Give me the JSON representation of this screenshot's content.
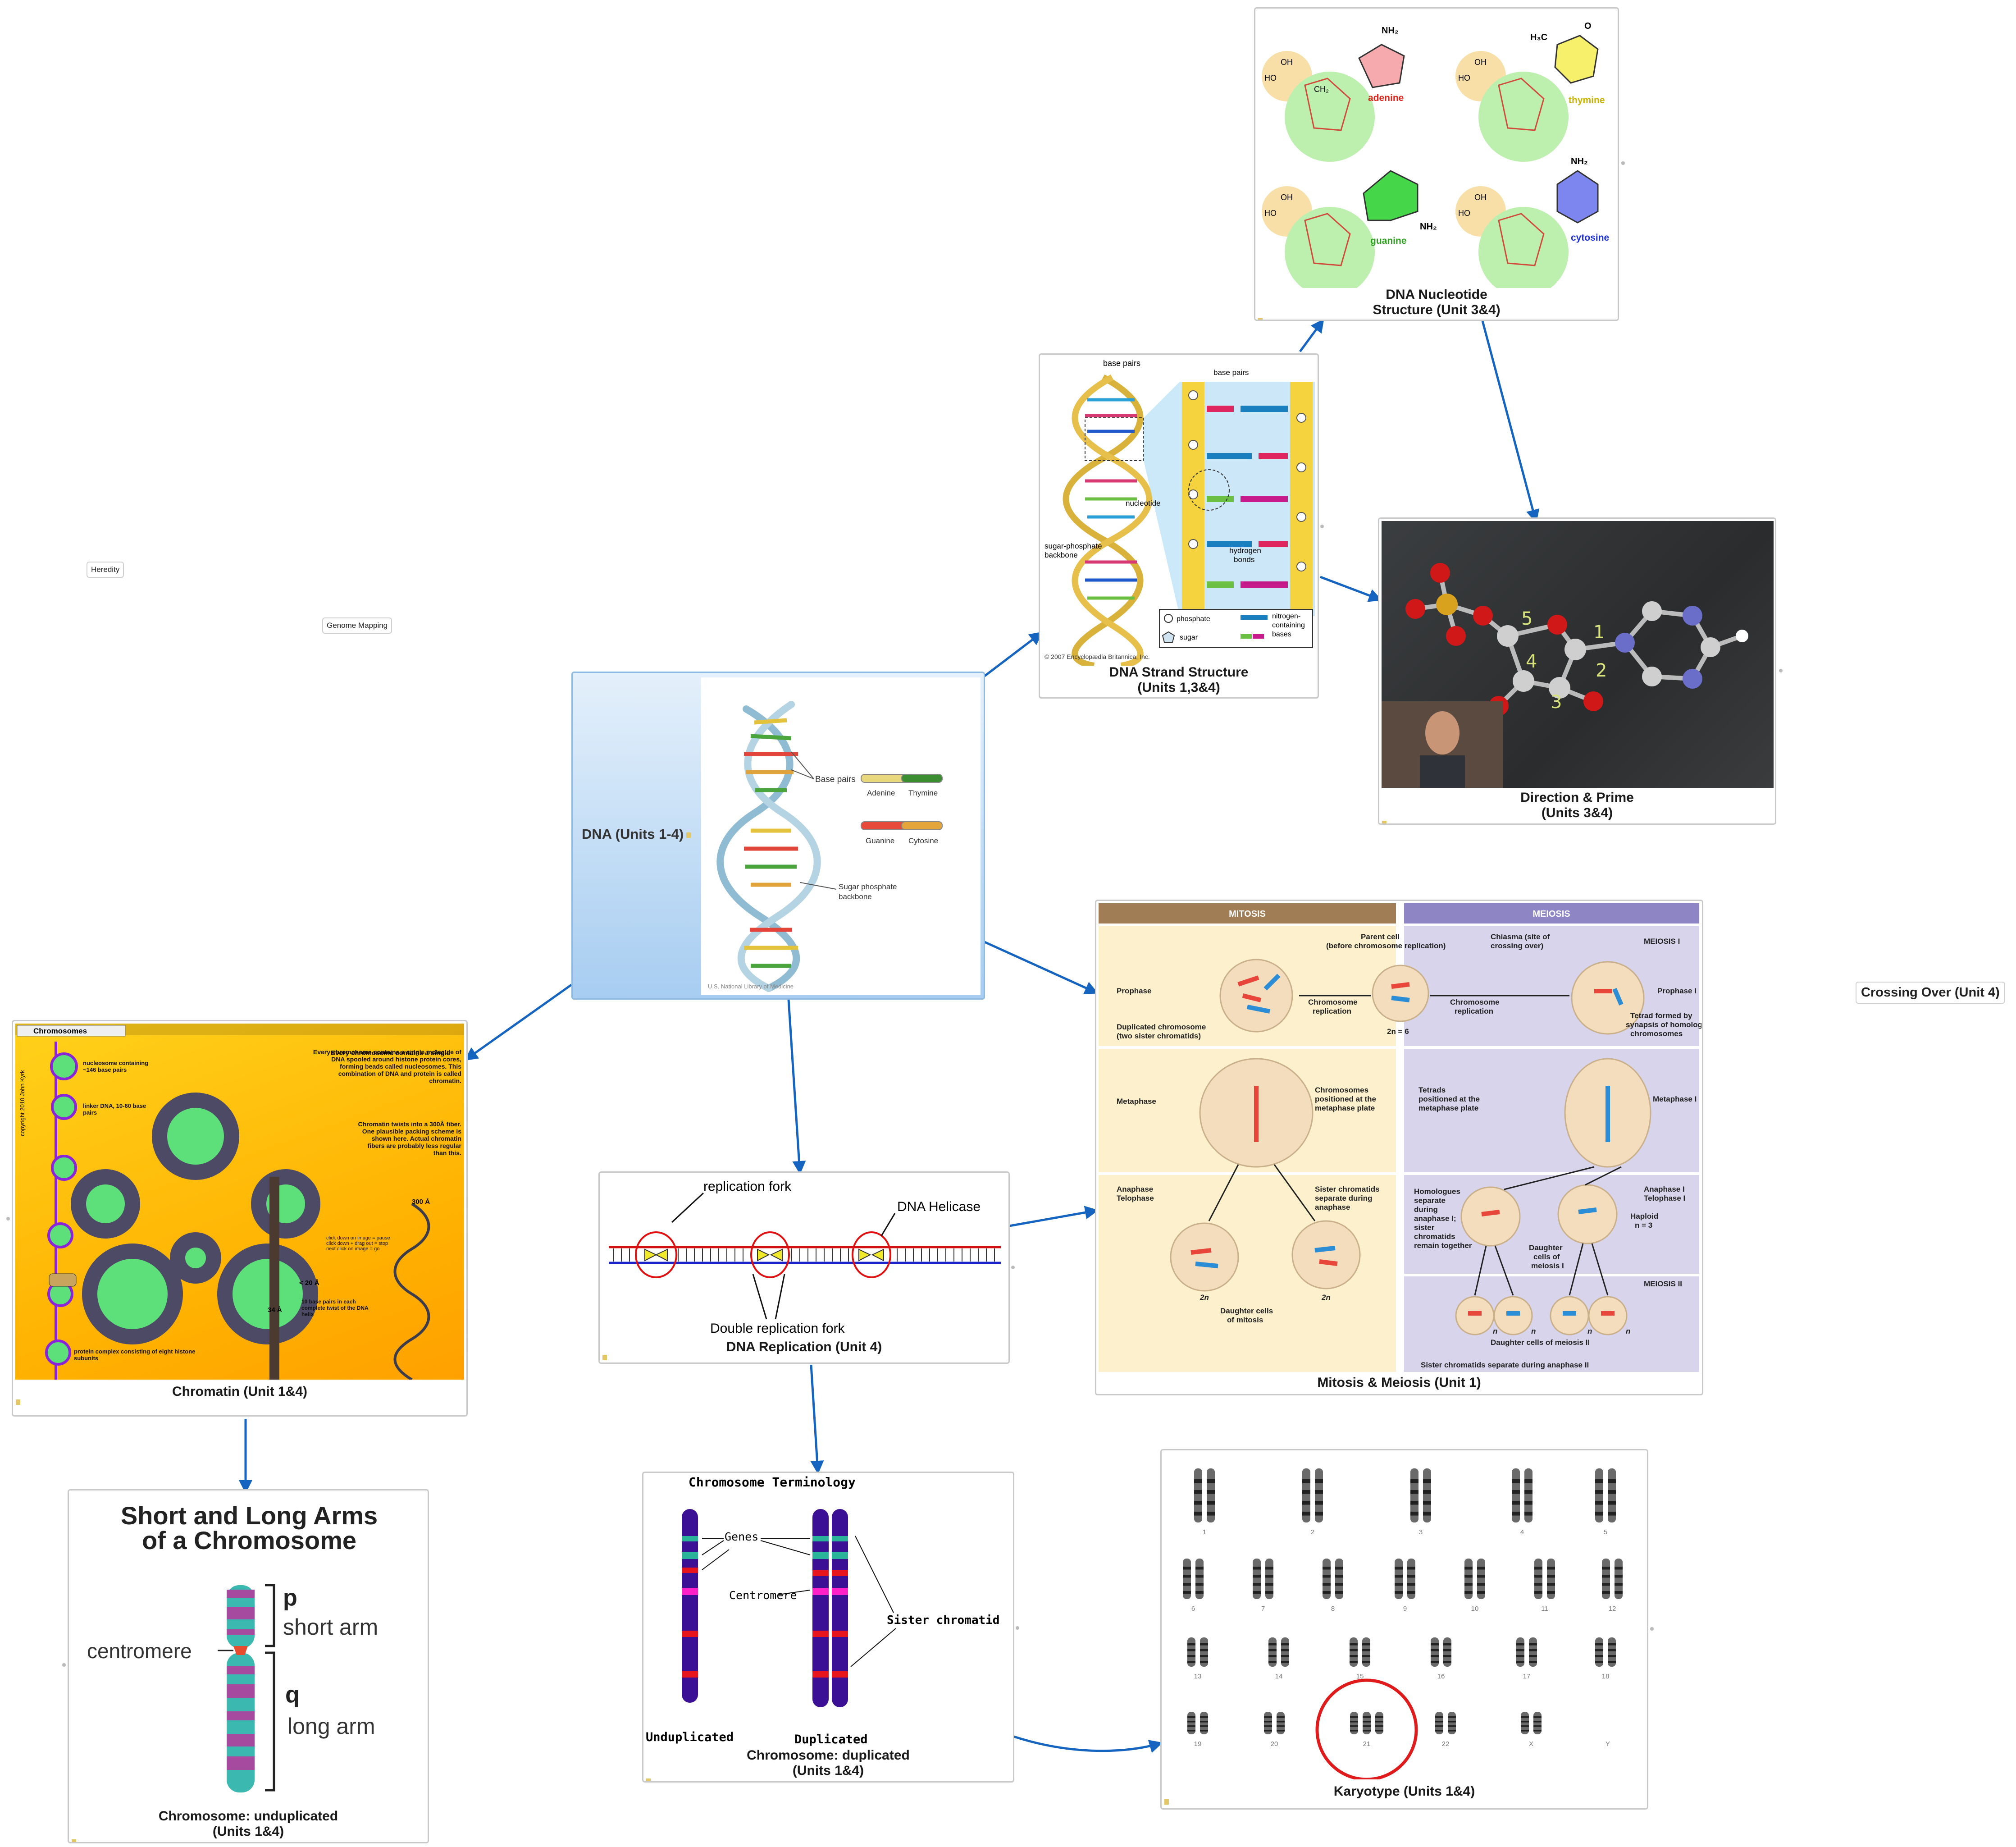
{
  "floating": {
    "heredity": "Heredity",
    "genome_mapping": "Genome Mapping",
    "crossing_over": "Crossing Over (Unit 4)"
  },
  "central": {
    "title": "DNA (Units 1-4)",
    "base_pairs": "Base pairs",
    "adenine": "Adenine",
    "thymine": "Thymine",
    "guanine": "Guanine",
    "cytosine": "Cytosine",
    "backbone_1": "Sugar phosphate",
    "backbone_2": "backbone",
    "credit": "U.S. National Library of Medicine"
  },
  "nucleotide": {
    "caption_1": "DNA Nucleotide",
    "caption_2": "Structure (Unit 3&4)",
    "adenine": "adenine",
    "thymine": "thymine",
    "guanine": "guanine",
    "cytosine": "cytosine",
    "nh2": "NH₂",
    "ch3": "H₃C",
    "oh": "OH",
    "ho": "HO",
    "o": "O",
    "ch2": "CH₂"
  },
  "strand": {
    "caption_1": "DNA Strand Structure",
    "caption_2": "(Units 1,3&4)",
    "base_pairs_top": "base pairs",
    "base_pairs_right": "base pairs",
    "nucleotide": "nucleotide",
    "backbone_1": "sugar-phosphate",
    "backbone_2": "backbone",
    "hydrogen_1": "hydrogen",
    "hydrogen_2": "bonds",
    "legend_phosphate": "phosphate",
    "legend_sugar": "sugar",
    "legend_bases_1": "nitrogen-",
    "legend_bases_2": "containing",
    "legend_bases_3": "bases",
    "credit": "© 2007 Encyclopædia Britannica, Inc."
  },
  "direction": {
    "caption_1": "Direction & Prime",
    "caption_2": "(Units 3&4)",
    "num_5": "5",
    "num_4": "4",
    "num_3": "3",
    "num_2": "2",
    "num_1": "1"
  },
  "chromatin": {
    "caption": "Chromatin (Unit 1&4)",
    "menu": "Chromosomes",
    "copyright": "copyright 2010 John Kyrk",
    "text_1": "Every chromosome contains a single molecule of DNA spooled around histone protein cores, forming beads called nucleosomes. This combination of DNA and protein is called chromatin.",
    "text_2": "Chromatin twists into a 300Å fiber. One plausible packing scheme is shown here. Actual chromatin fibers are probably less regular than this.",
    "nucleosome": "nucleosome containing ~146 base pairs",
    "linker": "linker DNA, 10-60 base pairs",
    "protein": "protein complex consisting of eight histone subunits",
    "a300": "300 Å",
    "a20": "< 20 Å",
    "a34": "34 Å",
    "bp10": "10 base pairs in each complete twist of the DNA helix",
    "click_1": "click down on image = pause",
    "click_2": "click down + drag out = stop",
    "click_3": "next click on image = go"
  },
  "replication": {
    "caption": "DNA Replication (Unit 4)",
    "fork": "replication fork",
    "helicase": "DNA Helicase",
    "double": "Double replication fork"
  },
  "mitosis": {
    "caption": "Mitosis & Meiosis (Unit 1)",
    "head_mitosis": "MITOSIS",
    "head_meiosis": "MEIOSIS",
    "parent_1": "Parent cell",
    "parent_2": "(before chromosome replication)",
    "chiasma_1": "Chiasma (site of",
    "chiasma_2": "crossing over)",
    "meiosis_i": "MEIOSIS I",
    "meiosis_ii": "MEIOSIS II",
    "prophase": "Prophase",
    "prophase_i": "Prophase I",
    "chrom_rep_1": "Chromosome",
    "chrom_rep_2": "replication",
    "two_n_6": "2n = 6",
    "dup_1": "Duplicated chromosome",
    "dup_2": "(two sister chromatids)",
    "tetrad_1": "Tetrad formed by",
    "tetrad_2": "synapsis of homologous",
    "tetrad_3": "chromosomes",
    "metaphase": "Metaphase",
    "metaphase_i": "Metaphase I",
    "pos_1": "Chromosomes",
    "pos_2": "positioned at the",
    "pos_3": "metaphase plate",
    "tetrads_1": "Tetrads",
    "tetrads_2": "positioned at the",
    "tetrads_3": "metaphase plate",
    "anaphase": "Anaphase",
    "telophase": "Telophase",
    "sister_1": "Sister chromatids",
    "sister_2": "separate during",
    "sister_3": "anaphase",
    "anaphase_i": "Anaphase I",
    "telophase_i": "Telophase I",
    "haploid": "Haploid",
    "n3": "n = 3",
    "homo_1": "Homologues",
    "homo_2": "separate",
    "homo_3": "during",
    "homo_4": "anaphase I;",
    "homo_5": "sister",
    "homo_6": "chromatids",
    "homo_7": "remain together",
    "dm1_1": "Daughter",
    "dm1_2": "cells of",
    "dm1_3": "meiosis I",
    "two_n": "2n",
    "daughter_mitosis_1": "Daughter cells",
    "daughter_mitosis_2": "of mitosis",
    "n": "n",
    "daughter_meiosis_ii": "Daughter cells of meiosis II",
    "sister_meiosis_ii": "Sister chromatids separate during anaphase II"
  },
  "arms": {
    "title_1": "Short and Long Arms",
    "title_2": "of a Chromosome",
    "centromere": "centromere",
    "p": "p",
    "short_arm": "short arm",
    "q": "q",
    "long_arm": "long arm",
    "caption_1": "Chromosome: unduplicated",
    "caption_2": "(Units 1&4)"
  },
  "terminology": {
    "title": "Chromosome Terminology",
    "genes": "Genes",
    "centromere": "Centromere",
    "sister": "Sister chromatid",
    "unduplicated": "Unduplicated",
    "duplicated": "Duplicated",
    "caption_1": "Chromosome: duplicated",
    "caption_2": "(Units 1&4)"
  },
  "karyotype": {
    "caption": "Karyotype (Units 1&4)",
    "labels": [
      "1",
      "2",
      "3",
      "4",
      "5",
      "6",
      "7",
      "8",
      "9",
      "10",
      "11",
      "12",
      "13",
      "14",
      "15",
      "16",
      "17",
      "18",
      "19",
      "20",
      "21",
      "22",
      "X",
      "Y"
    ]
  },
  "colors": {
    "link": "#1565c0",
    "adenine": "#e0261b",
    "thymine": "#c9b400",
    "guanine": "#2f9e22",
    "cytosine": "#1c2fd6",
    "chromatin_bg": "#ffb000",
    "mitosis_head": "#a07d55",
    "meiosis_head": "#8e85c4"
  }
}
